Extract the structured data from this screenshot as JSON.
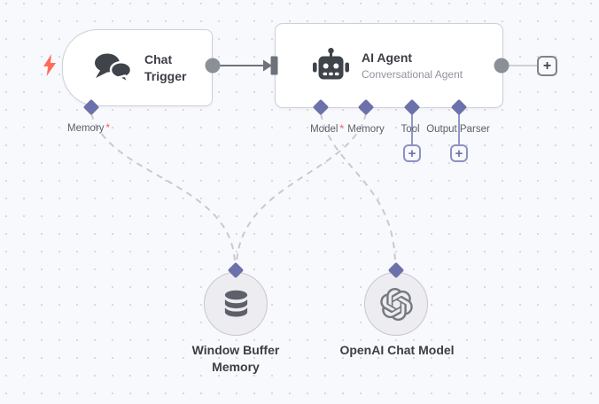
{
  "workflow": {
    "nodes": {
      "chat_trigger": {
        "title": "Chat Trigger",
        "icon": "chat-bubbles-icon",
        "input_port": {
          "label": "Memory",
          "required_mark": "*"
        }
      },
      "ai_agent": {
        "title": "AI Agent",
        "subtitle": "Conversational Agent",
        "icon": "robot-icon",
        "ports": [
          {
            "label": "Model",
            "required_mark": "*"
          },
          {
            "label": "Memory",
            "required_mark": ""
          },
          {
            "label": "Tool",
            "required_mark": ""
          },
          {
            "label": "Output Parser",
            "required_mark": ""
          }
        ]
      },
      "window_buffer_memory": {
        "title": "Window Buffer Memory",
        "icon": "database-icon"
      },
      "openai_chat_model": {
        "title": "OpenAI Chat Model",
        "icon": "openai-logo-icon"
      }
    },
    "buttons": {
      "add_node_label": "+"
    },
    "badges": {
      "trigger_icon": "lightning-bolt-icon"
    }
  },
  "colors": {
    "canvas_background": "#f8f9fc",
    "grid_dot": "#d4d8e3",
    "node_border": "#ccd0da",
    "ai_port_diamond": "#6c71ab",
    "ai_stem": "#9296c8",
    "connection_solid": "#6e727b",
    "connection_endpoint": "#8b8f97",
    "connection_dashed": "#c6cad4",
    "suggestion_line": "#ccd0d9",
    "trigger_bolt": "#ff6d5a",
    "required_asterisk": "#f45959",
    "round_node_fill": "#ececf1"
  }
}
